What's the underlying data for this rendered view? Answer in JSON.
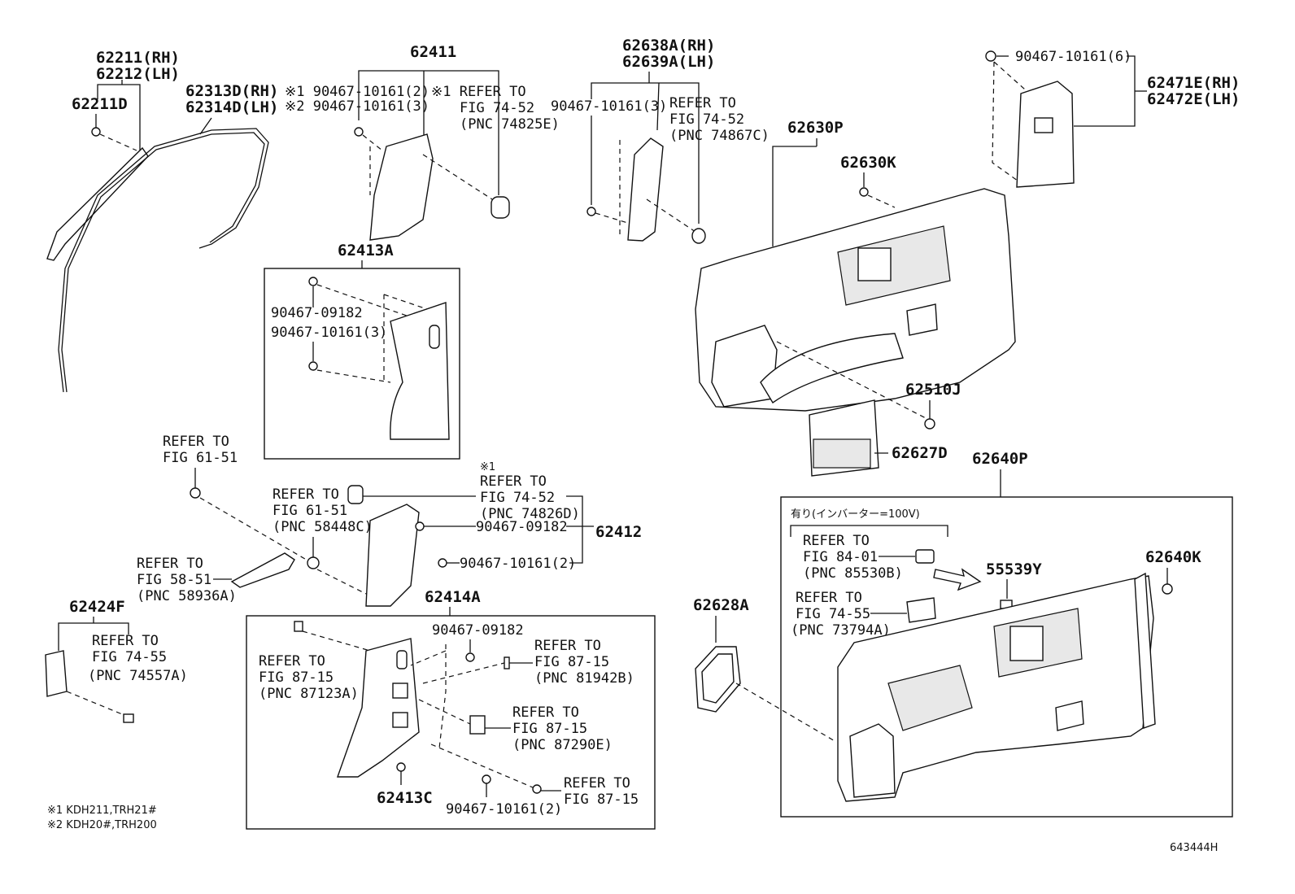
{
  "labels": {
    "p62211rh": "62211(RH)",
    "p62212lh": "62212(LH)",
    "p62211d": "62211D",
    "p62313d": "62313D(RH)",
    "p62314d": "62314D(LH)",
    "p62411": "62411",
    "star1_bolt": "※1 90467-10161(2)",
    "star2_bolt": "※2 90467-10161(3)",
    "star1_refer": "※1 REFER TO",
    "fig7452a": "FIG 74-52",
    "pnc74825e": "(PNC 74825E)",
    "p62413a": "62413A",
    "b09182a": "90467-09182",
    "b10161_3a": "90467-10161(3)",
    "p62638a": "62638A(RH)",
    "p62639a": "62639A(LH)",
    "b10161_3b": "90467-10161(3)",
    "refer_b": "REFER TO",
    "fig7452b": "FIG 74-52",
    "pnc74867c": "(PNC 74867C)",
    "p62630p": "62630P",
    "p62630k": "62630K",
    "b10161_6": "90467-10161(6)",
    "p62471e": "62471E(RH)",
    "p62472e": "62472E(LH)",
    "p62510j": "62510J",
    "p62627d": "62627D",
    "p62640p": "62640P",
    "refer_c": "REFER TO",
    "fig6151a": "FIG 61-51",
    "refer_d": "REFER TO",
    "fig6151b": "FIG 61-51",
    "pnc58448c": "(PNC 58448C)",
    "star1_b": "※1",
    "refer_e": "REFER TO",
    "fig7452c": "FIG 74-52",
    "pnc74826d": "(PNC 74826D)",
    "b09182b": "90467-09182",
    "p62412": "62412",
    "b10161_2a": "90467-10161(2)",
    "refer_f": "REFER TO",
    "fig5851": "FIG 58-51",
    "pnc58936a": "(PNC 58936A)",
    "p62424f": "62424F",
    "refer_g": "REFER TO",
    "fig7455a": "FIG 74-55",
    "pnc74557a": "(PNC 74557A)",
    "p62414a": "62414A",
    "b09182c": "90467-09182",
    "refer_h": "REFER TO",
    "fig8715a": "FIG 87-15",
    "pnc81942b": "(PNC 81942B)",
    "refer_i": "REFER TO",
    "fig8715b": "FIG 87-15",
    "pnc87123a": "(PNC 87123A)",
    "refer_j": "REFER TO",
    "fig8715c": "FIG 87-15",
    "pnc87290e": "(PNC 87290E)",
    "p62413c": "62413C",
    "b10161_2b": "90467-10161(2)",
    "refer_k": "REFER TO",
    "fig8715d": "FIG 87-15",
    "inverter": "有り(インバーター=100V)",
    "refer_l": "REFER TO",
    "fig8401": "FIG 84-01",
    "pnc85530b": "(PNC 85530B)",
    "p55539y": "55539Y",
    "p62640k": "62640K",
    "refer_m": "REFER TO",
    "fig7455b": "FIG 74-55",
    "pnc73794a": "(PNC 73794A)",
    "p62628a": "62628A",
    "footnote1": "※1 KDH211,TRH21#",
    "footnote2": "※2 KDH20#,TRH200",
    "diagram_id": "643444H"
  }
}
